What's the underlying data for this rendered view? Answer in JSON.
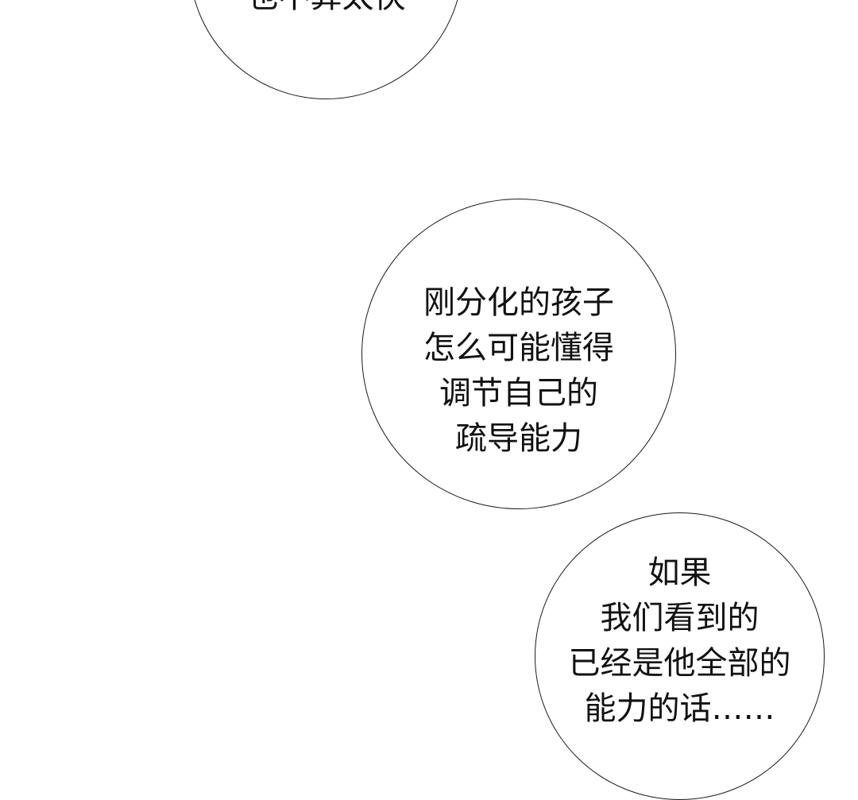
{
  "bubbles": [
    {
      "lines": [
        "也不算太快"
      ]
    },
    {
      "lines": [
        "刚分化的孩子",
        "怎么可能懂得",
        "调节自己的",
        "疏导能力"
      ]
    },
    {
      "lines": [
        "如果",
        "我们看到的",
        "已经是他全部的",
        "能力的话……"
      ]
    }
  ]
}
